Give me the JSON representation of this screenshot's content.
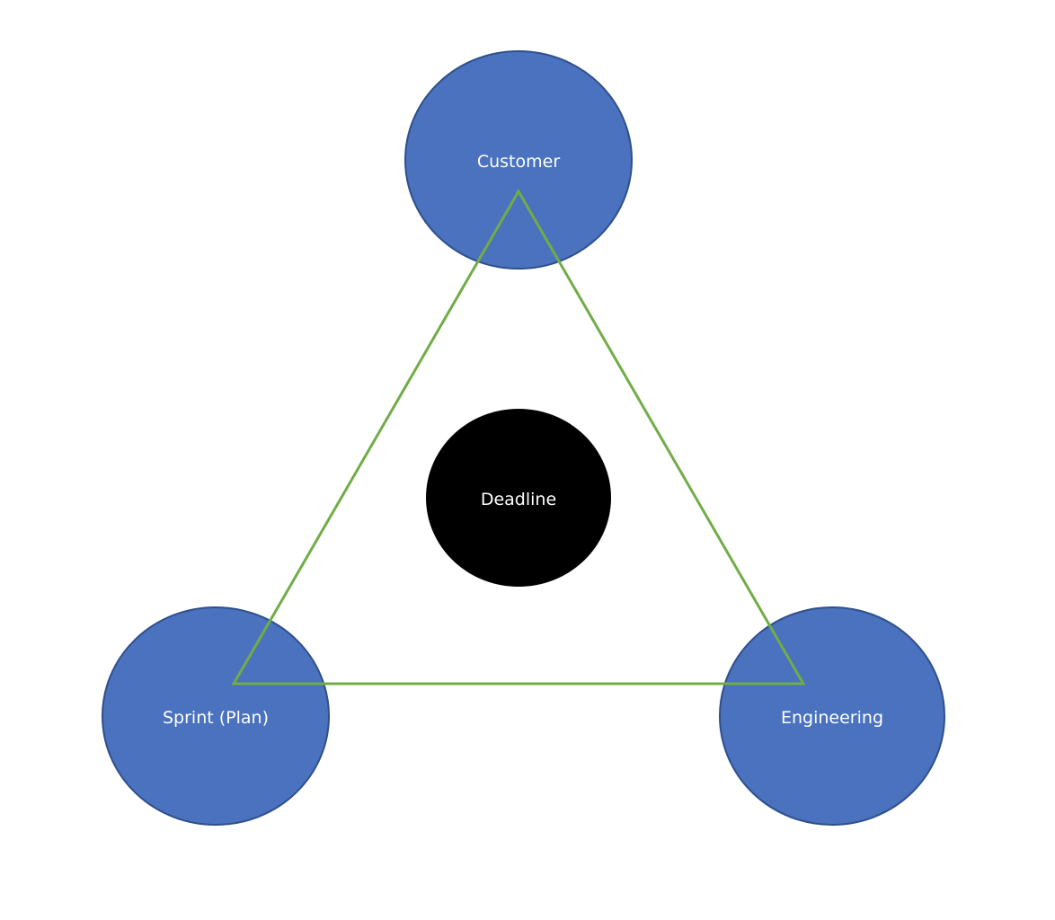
{
  "diagram": {
    "title": "",
    "colors": {
      "node_fill": "#4a72be",
      "node_stroke": "#2f4f8c",
      "center_fill": "#000000",
      "triangle_stroke": "#70ad47",
      "label_color": "#ffffff"
    },
    "nodes": [
      {
        "id": "customer",
        "label": "Customer"
      },
      {
        "id": "sprint",
        "label": "Sprint (Plan)"
      },
      {
        "id": "engineering",
        "label": "Engineering"
      }
    ],
    "center": {
      "id": "deadline",
      "label": "Deadline"
    },
    "connector": {
      "shape": "triangle",
      "connects": [
        "customer",
        "sprint",
        "engineering"
      ]
    }
  }
}
